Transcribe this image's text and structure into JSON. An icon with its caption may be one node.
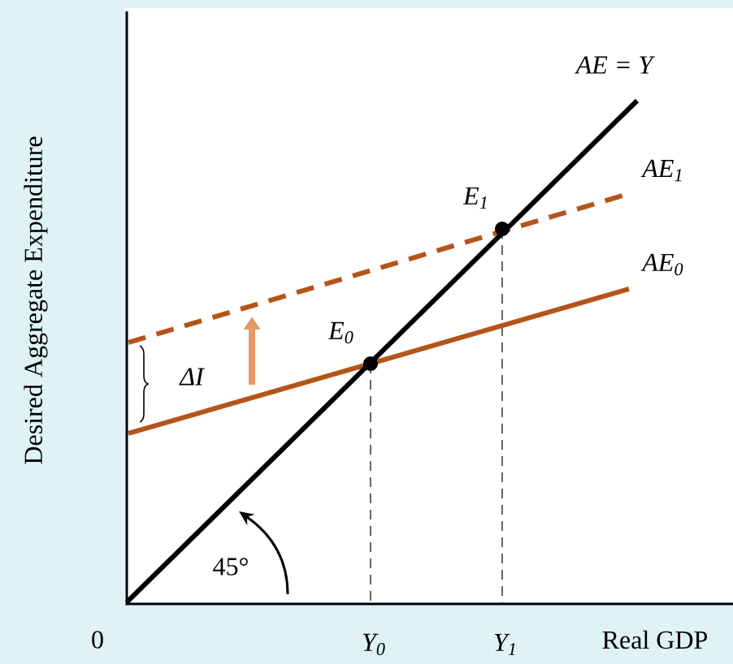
{
  "diagram": {
    "labels": [
      "AE = Y",
      "AE$_{1}$",
      "E$_{1}$",
      "AE$_{0}$",
      "E$_{0}$",
      "ΔI",
      "45°",
      "Desired Aggregate Expenditure",
      "0",
      "Y$_{0}$",
      "Y$_{1}$",
      "Real GDP"
    ]
  }
}
